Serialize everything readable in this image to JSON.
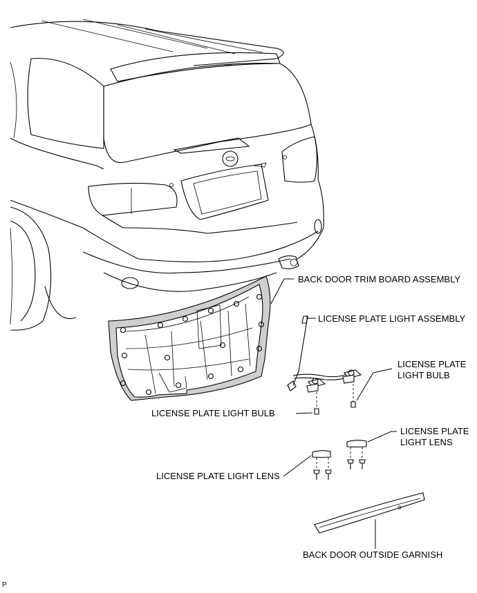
{
  "labels": {
    "back_door_trim_board": "BACK DOOR TRIM BOARD ASSEMBLY",
    "license_plate_light_assembly": "LICENSE PLATE LIGHT ASSEMBLY",
    "license_plate_light_bulb_right_line1": "LICENSE PLATE",
    "license_plate_light_bulb_right_line2": "LIGHT BULB",
    "license_plate_light_bulb_left": "LICENSE PLATE LIGHT BULB",
    "license_plate_light_lens_right_line1": "LICENSE PLATE",
    "license_plate_light_lens_right_line2": "LIGHT LENS",
    "license_plate_light_lens_left": "LICENSE PLATE LIGHT LENS",
    "back_door_outside_garnish": "BACK DOOR OUTSIDE GARNISH",
    "corner_mark": "P"
  }
}
